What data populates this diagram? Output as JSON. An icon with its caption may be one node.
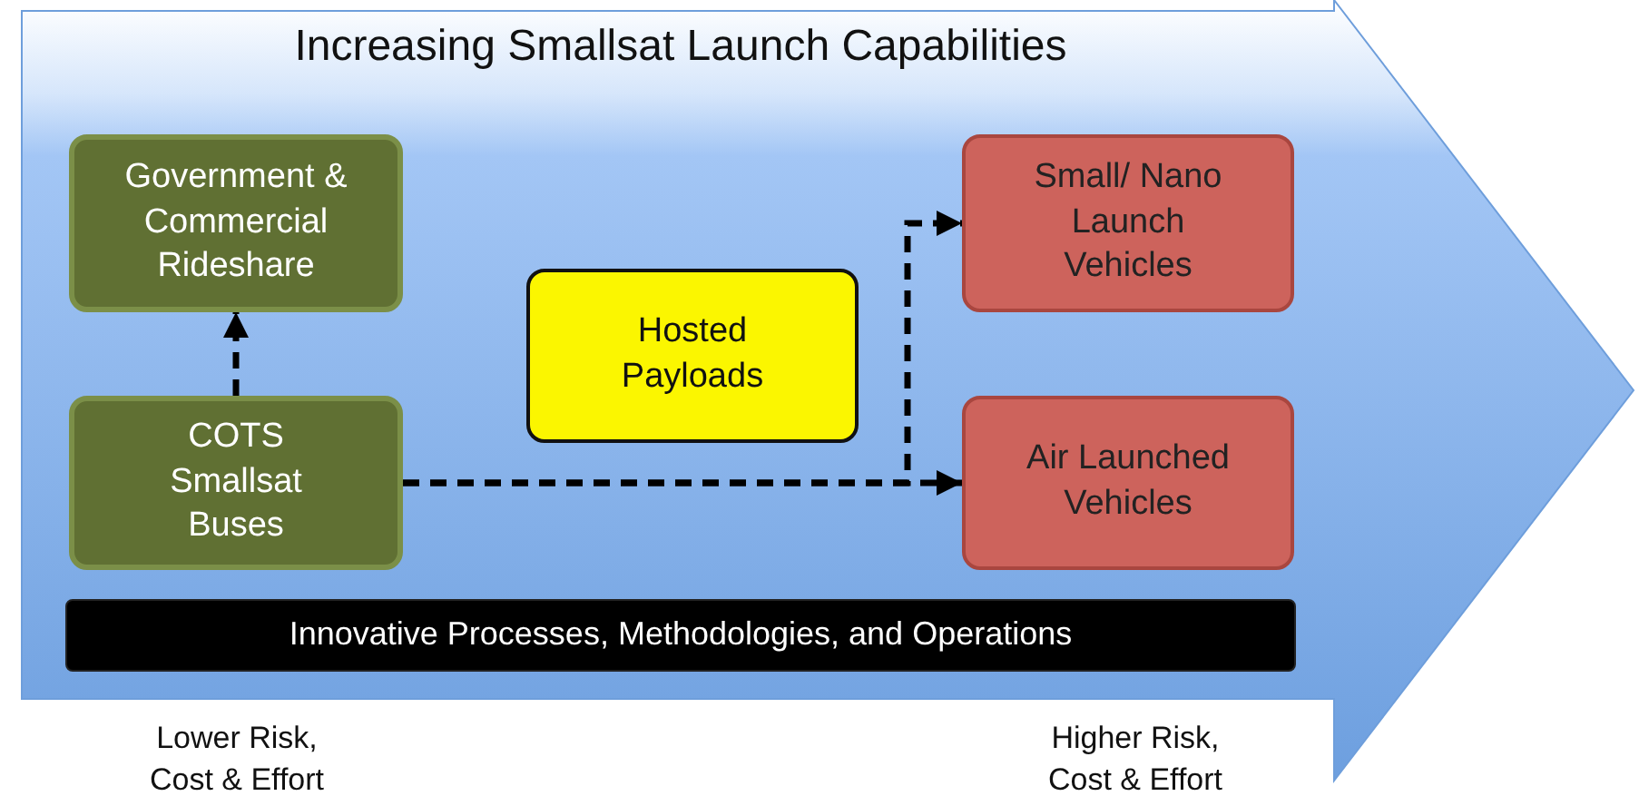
{
  "diagram": {
    "nodes": [
      {
        "text": [
          "Increasing Smallsat Launch Capabilities"
        ]
      },
      {
        "text": [
          "Government & Commercial Rideshare"
        ],
        "in": 0
      },
      {
        "text": [
          "Small/ Nano Launch Vehicles"
        ],
        "in": 0
      },
      {
        "text": [
          "Hosted Payloads"
        ],
        "in": 0
      },
      {
        "text": [
          "COTS Smallsat Buses"
        ],
        "in": 0
      },
      {
        "text": [
          "Air Launched Vehicles"
        ],
        "in": 0
      },
      {
        "text": [
          "Innovative Processes, Methodologies, and Operations"
        ],
        "in": 0
      }
    ],
    "edges": [
      {
        "from": 4,
        "to": 1,
        "arrow": "to",
        "style": "dashed"
      },
      {
        "from": 4,
        "to": 5,
        "arrow": "to",
        "style": "dashed"
      },
      {
        "from": 4,
        "to": 2,
        "arrow": "to",
        "style": "dashed"
      }
    ],
    "labels": [
      "Lower Risk, Cost & Effort",
      "Higher Risk, Cost & Effort"
    ]
  }
}
